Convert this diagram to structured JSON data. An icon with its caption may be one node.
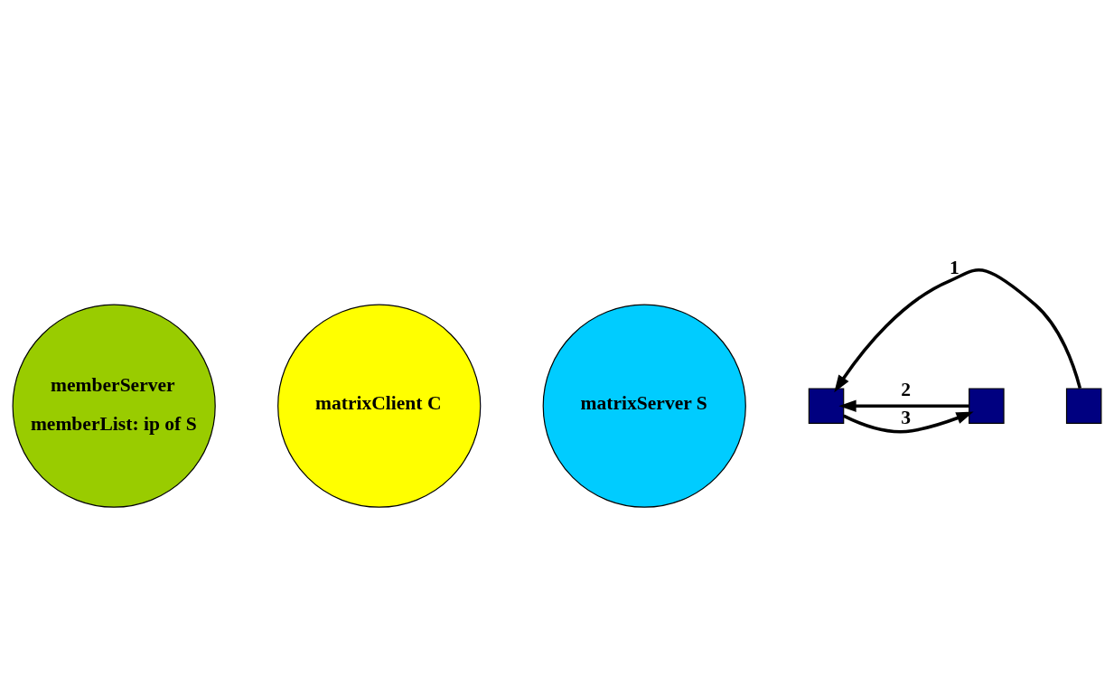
{
  "diagram": {
    "nodes": [
      {
        "text": [
          "memberServer",
          "memberList: ip of S"
        ]
      },
      {
        "text": [
          "matrixClient C"
        ]
      },
      {
        "text": [
          "matrixServer S"
        ]
      },
      {
        "text": [],
        "shape": "box"
      },
      {
        "text": [],
        "shape": "box"
      },
      {
        "text": [],
        "shape": "box"
      }
    ],
    "edges": [
      {
        "from": 5,
        "to": 3,
        "arrow": "to",
        "label": "1"
      },
      {
        "from": 4,
        "to": 3,
        "arrow": "to",
        "label": "2"
      },
      {
        "from": 3,
        "to": 4,
        "arrow": "to",
        "label": "3"
      }
    ]
  }
}
